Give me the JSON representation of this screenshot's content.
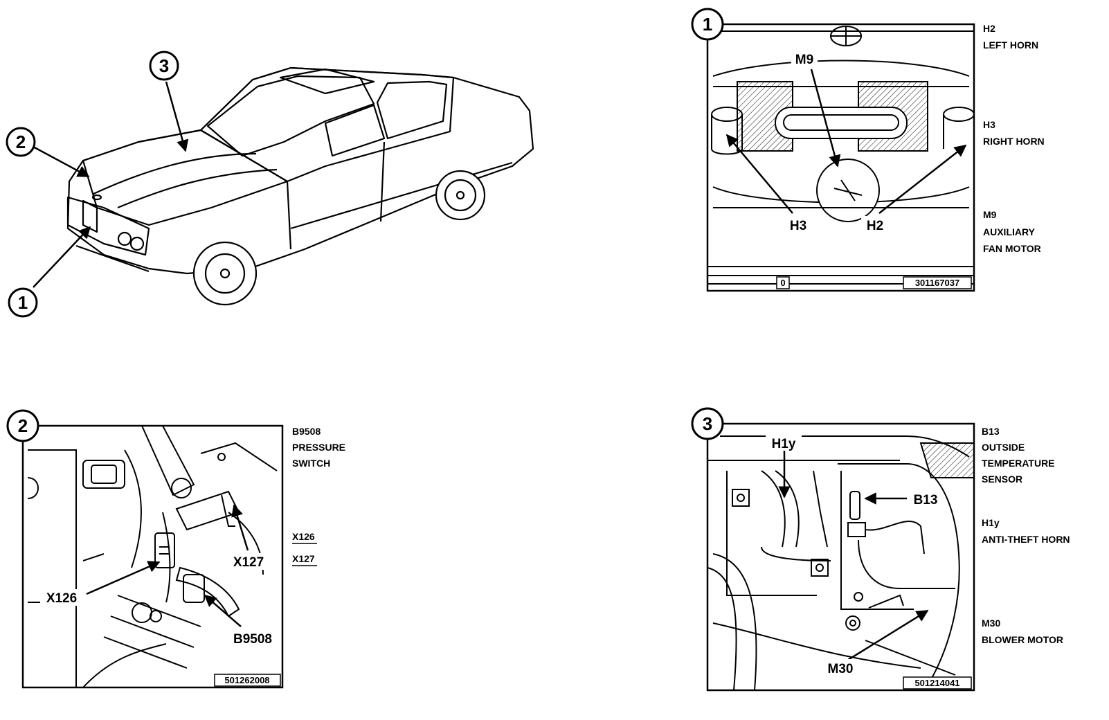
{
  "overview": {
    "callouts": [
      "1",
      "2",
      "3"
    ]
  },
  "panel1": {
    "number": "1",
    "labels": {
      "m9": "M9",
      "h3": "H3",
      "h2": "H2"
    },
    "footer_left": "0",
    "footer_code": "301167037",
    "legend": [
      {
        "code": "H2",
        "text": [
          "LEFT HORN"
        ]
      },
      {
        "code": "H3",
        "text": [
          "RIGHT HORN"
        ]
      },
      {
        "code": "M9",
        "text": [
          "AUXILIARY",
          "FAN MOTOR"
        ]
      }
    ]
  },
  "panel2": {
    "number": "2",
    "labels": {
      "x126": "X126",
      "x127": "X127",
      "b9508": "B9508"
    },
    "footer_code": "501262008",
    "legend": [
      {
        "code": "B9508",
        "text": [
          "PRESSURE",
          "SWITCH"
        ]
      },
      {
        "code": "X126",
        "text": []
      },
      {
        "code": "X127",
        "text": []
      }
    ]
  },
  "panel3": {
    "number": "3",
    "labels": {
      "h1y": "H1y",
      "b13": "B13",
      "m30": "M30"
    },
    "footer_code": "501214041",
    "legend": [
      {
        "code": "B13",
        "text": [
          "OUTSIDE",
          "TEMPERATURE",
          "SENSOR"
        ]
      },
      {
        "code": "H1y",
        "text": [
          "ANTI-THEFT HORN"
        ]
      },
      {
        "code": "M30",
        "text": [
          "BLOWER MOTOR"
        ]
      }
    ]
  }
}
